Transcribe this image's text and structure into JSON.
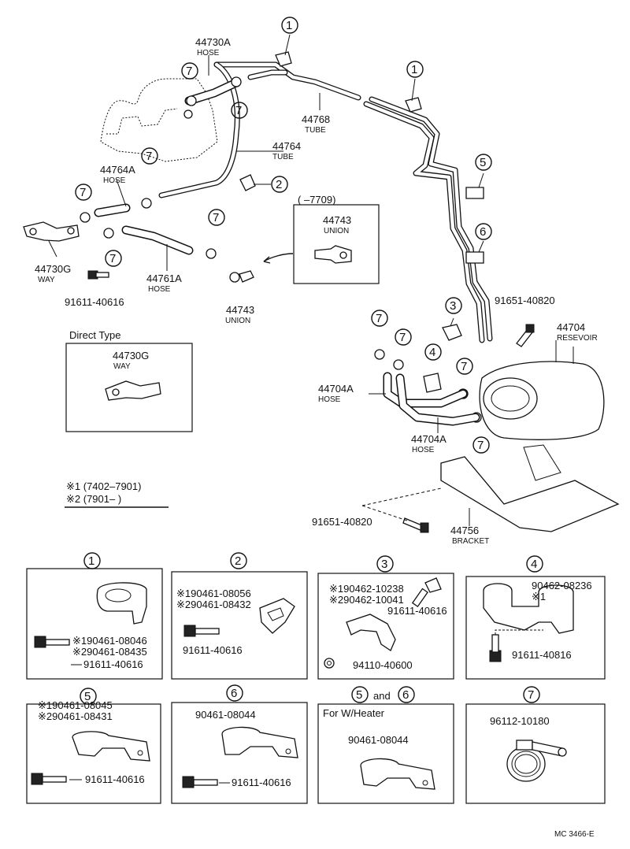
{
  "circles": {
    "n1": "1",
    "n2": "2",
    "n3": "3",
    "n4": "4",
    "n5": "5",
    "n6": "6",
    "n7": "7"
  },
  "parts": {
    "hose_44730a": "44730A",
    "hose_44768": "44768",
    "hose_44764": "44764",
    "hose_44764a": "44764A",
    "way_44730g": "44730G",
    "bolt_91611_40616": "91611-40616",
    "hose_44761a": "44761A",
    "union_44743_main": "44743",
    "union_44743_inset": "44743",
    "bolt_91651_40820_top": "91651-40820",
    "reservoir_44704": "44704",
    "hose_44704a_1": "44704A",
    "hose_44704a_2": "44704A",
    "bracket_44756": "44756",
    "bolt_91651_40820_bottom": "91651-40820",
    "way_44730g_direct": "44730G"
  },
  "captions": {
    "hose": "HOSE",
    "tube": "TUBE",
    "way": "WAY",
    "union": "UNION",
    "resevoir": "RESEVOIR",
    "bracket": "BRACKET"
  },
  "inset": {
    "date_range": "(     –7709)"
  },
  "direct_type": {
    "title": "Direct Type"
  },
  "notes": {
    "note1": "※1 (7402–7901)",
    "note2": "※2 (7901–        )"
  },
  "detail_boxes": {
    "b1": {
      "label": "1",
      "l1": "※190461-08046",
      "l2": "※290461-08435",
      "l3": "91611-40616"
    },
    "b2": {
      "label": "2",
      "l1": "※190461-08056",
      "l2": "※290461-08432",
      "l3": "91611-40616"
    },
    "b3": {
      "label": "3",
      "l1": "※190462-10238",
      "l2": "※290462-10041",
      "l3": "91611-40616",
      "l4": "94110-40600"
    },
    "b4": {
      "label": "4",
      "l1": "90462-08236",
      "l2": "※1",
      "l3": "91611-40816"
    },
    "b5": {
      "label": "5",
      "l1": "※190461-08045",
      "l2": "※290461-08431",
      "l3": "91611-40616"
    },
    "b6": {
      "label": "6",
      "l1": "90461-08044",
      "l2": "91611-40616"
    },
    "b56": {
      "label_a": "5",
      "label_and": "and",
      "label_b": "6",
      "title": "For W/Heater",
      "l1": "90461-08044"
    },
    "b7": {
      "label": "7",
      "l1": "96112-10180"
    }
  },
  "footer": {
    "code": "MC 3466-E"
  }
}
